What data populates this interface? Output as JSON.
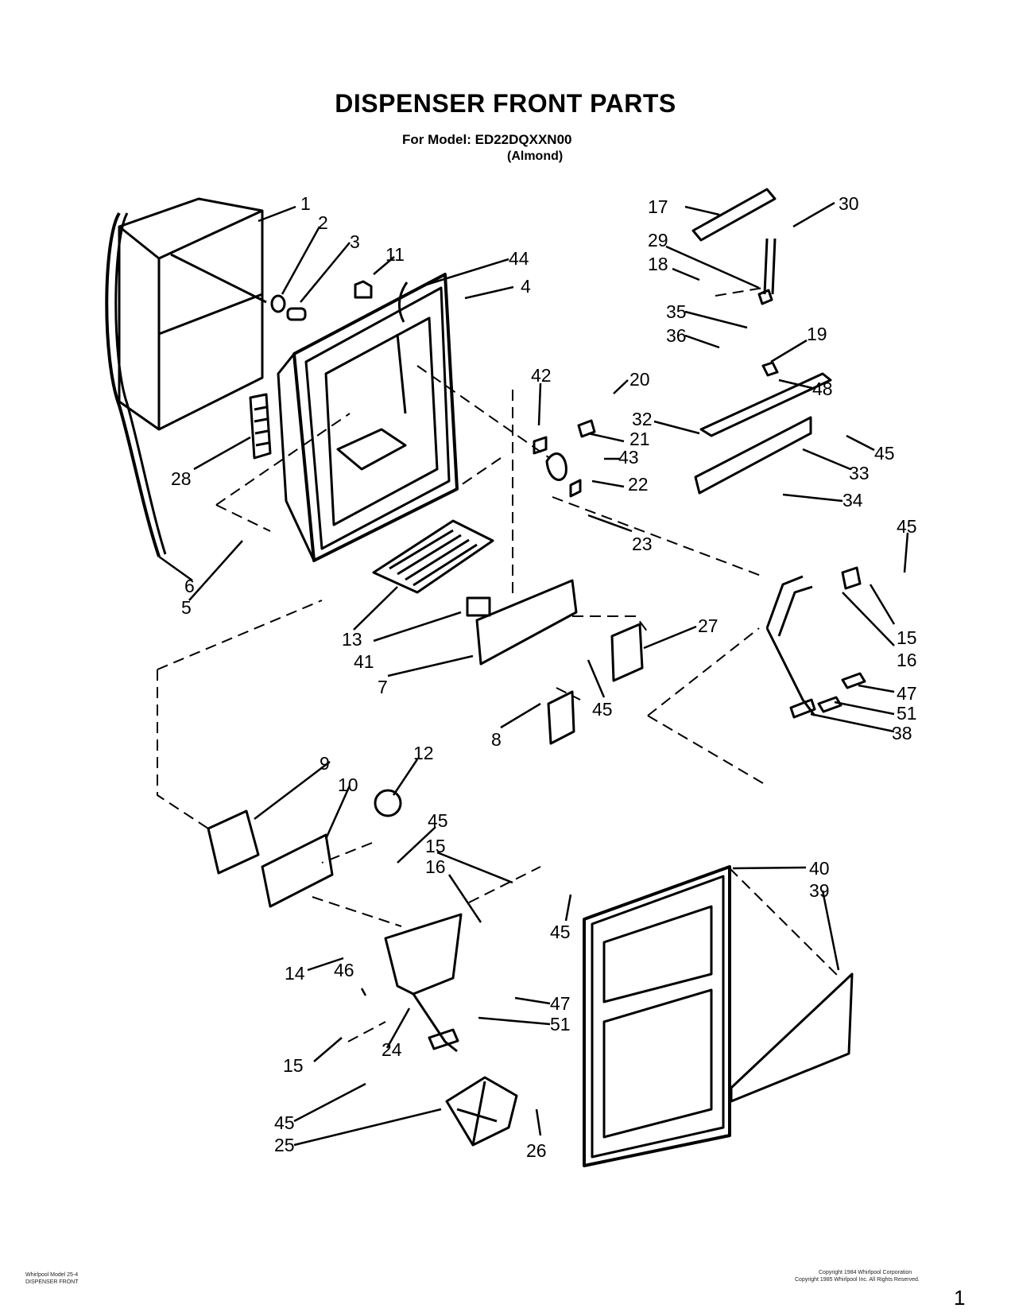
{
  "header": {
    "title": "DISPENSER FRONT PARTS",
    "model_line": "For Model: ED22DQXXN00",
    "finish": "(Almond)"
  },
  "footer": {
    "left_line1": "Whirlpool Model 25-4",
    "left_line2": "DISPENSER FRONT",
    "right_line1": "Copyright 1984 Whirlpool Corporation",
    "right_line2": "Copyright 1985 Whirlpool Inc.  All Rights Reserved.",
    "page_number": "1"
  },
  "callouts": [
    "1",
    "2",
    "3",
    "11",
    "44",
    "4",
    "17",
    "30",
    "29",
    "18",
    "35",
    "36",
    "19",
    "48",
    "42",
    "20",
    "21",
    "43",
    "22",
    "32",
    "45",
    "33",
    "34",
    "28",
    "23",
    "45",
    "15",
    "16",
    "47",
    "51",
    "38",
    "6",
    "5",
    "13",
    "41",
    "7",
    "27",
    "45",
    "8",
    "9",
    "10",
    "12",
    "45",
    "15",
    "16",
    "40",
    "39",
    "14",
    "46",
    "45",
    "47",
    "51",
    "15",
    "24",
    "45",
    "25",
    "26"
  ]
}
